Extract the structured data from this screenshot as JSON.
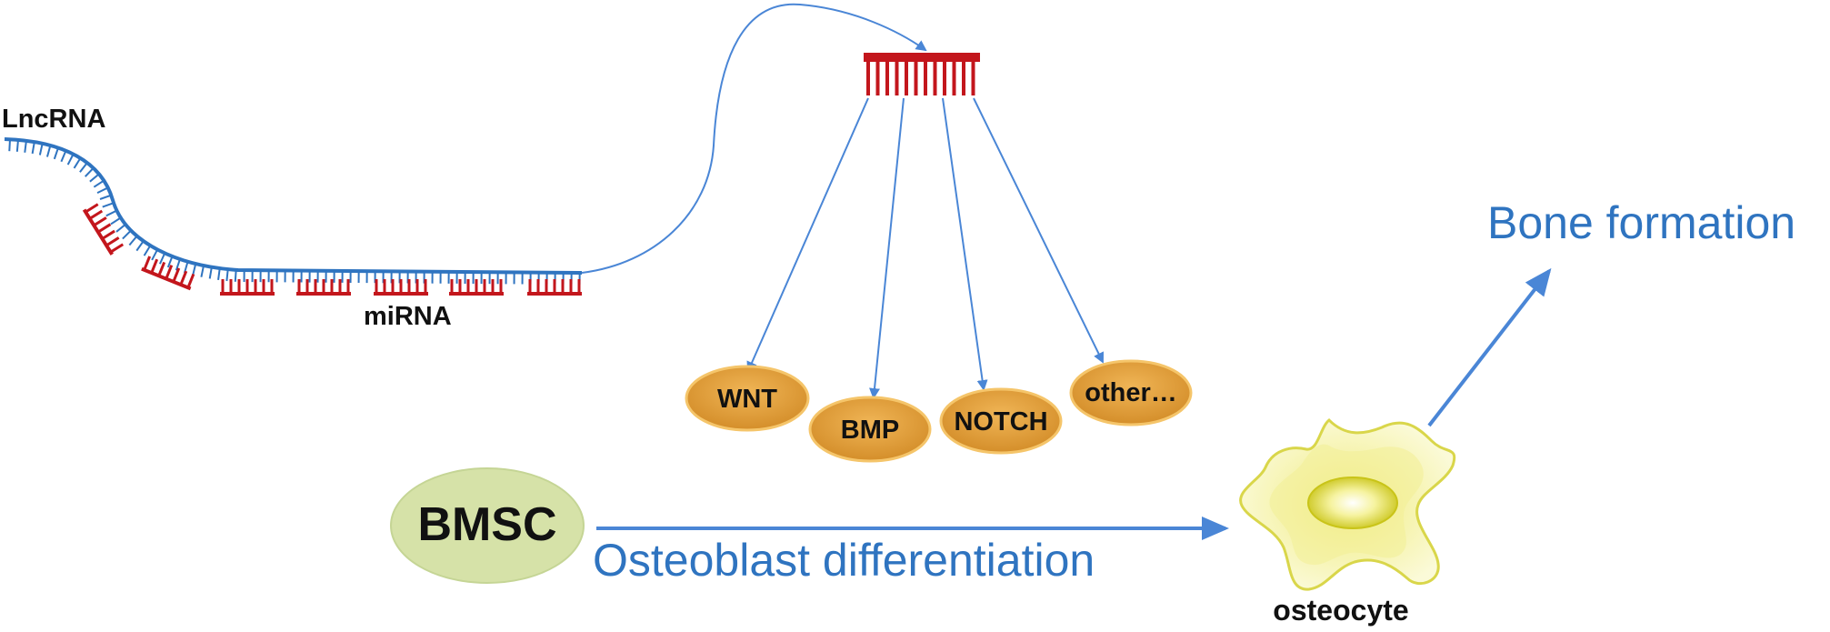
{
  "labels": {
    "lncrna": "LncRNA",
    "mirna": "miRNA",
    "bmsc": "BMSC",
    "osteoblast_differentiation": "Osteoblast differentiation",
    "osteocyte": "osteocyte",
    "bone_formation": "Bone formation"
  },
  "pathways": [
    {
      "label": "WNT"
    },
    {
      "label": "BMP"
    },
    {
      "label": "NOTCH"
    },
    {
      "label": "other…"
    }
  ],
  "colors": {
    "rna_strand": "#2f74c0",
    "mirna": "#c3161c",
    "arrow": "#4a86d6",
    "pathway_fill": "#e0a040",
    "pathway_stroke": "#f3c060",
    "bmsc_fill": "#d6e2a8",
    "bmsc_stroke": "#c5d595",
    "text_blue": "#2f74c0",
    "osteocyte_fill": "#f3f1b0",
    "osteocyte_stroke": "#d9d64a"
  }
}
